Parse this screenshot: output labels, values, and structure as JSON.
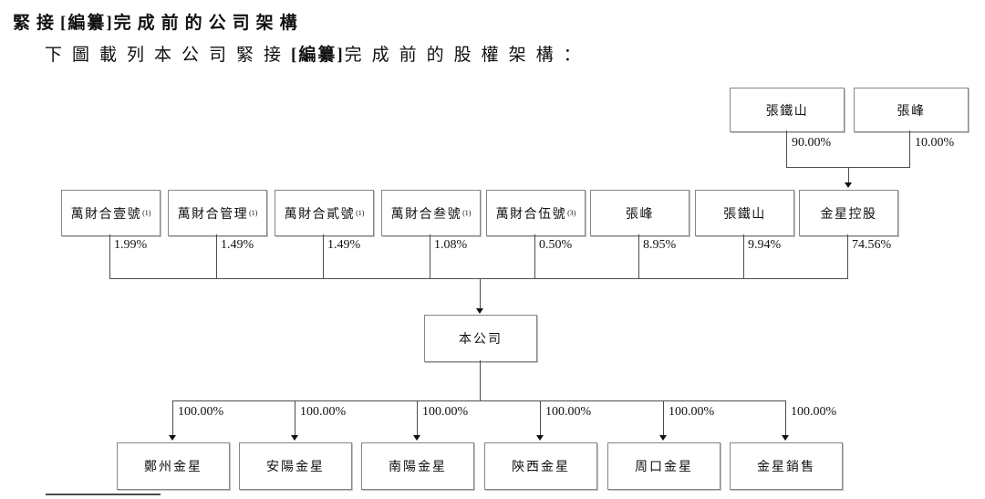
{
  "header": {
    "title": {
      "pre": "緊接",
      "emph": "[編纂]",
      "post": "完成前的公司架構"
    },
    "subtitle": {
      "pre": "下圖載列本公司緊接",
      "emph": "[編纂]",
      "post": "完成前的股權架構："
    }
  },
  "diagram": {
    "top_shareholders": [
      {
        "name": "張鐵山",
        "pct": "90.00%"
      },
      {
        "name": "張峰",
        "pct": "10.00%"
      }
    ],
    "mid_shareholders": [
      {
        "name": "萬財合壹號",
        "sup": "(1)",
        "pct": "1.99%"
      },
      {
        "name": "萬財合管理",
        "sup": "(1)",
        "pct": "1.49%"
      },
      {
        "name": "萬財合貳號",
        "sup": "(1)",
        "pct": "1.49%"
      },
      {
        "name": "萬財合叁號",
        "sup": "(1)",
        "pct": "1.08%"
      },
      {
        "name": "萬財合伍號",
        "sup": "(3)",
        "pct": "0.50%"
      },
      {
        "name": "張峰",
        "sup": "",
        "pct": "8.95%"
      },
      {
        "name": "張鐵山",
        "sup": "",
        "pct": "9.94%"
      },
      {
        "name": "金星控股",
        "sup": "",
        "pct": "74.56%"
      }
    ],
    "company": {
      "name": "本公司"
    },
    "subsidiaries": [
      {
        "name": "鄭州金星",
        "pct": "100.00%"
      },
      {
        "name": "安陽金星",
        "pct": "100.00%"
      },
      {
        "name": "南陽金星",
        "pct": "100.00%"
      },
      {
        "name": "陝西金星",
        "pct": "100.00%"
      },
      {
        "name": "周口金星",
        "pct": "100.00%"
      },
      {
        "name": "金星銷售",
        "pct": "100.00%"
      }
    ]
  },
  "colors": {
    "line": "#4d4d4d",
    "box_border": "#868686",
    "text": "#111111"
  }
}
